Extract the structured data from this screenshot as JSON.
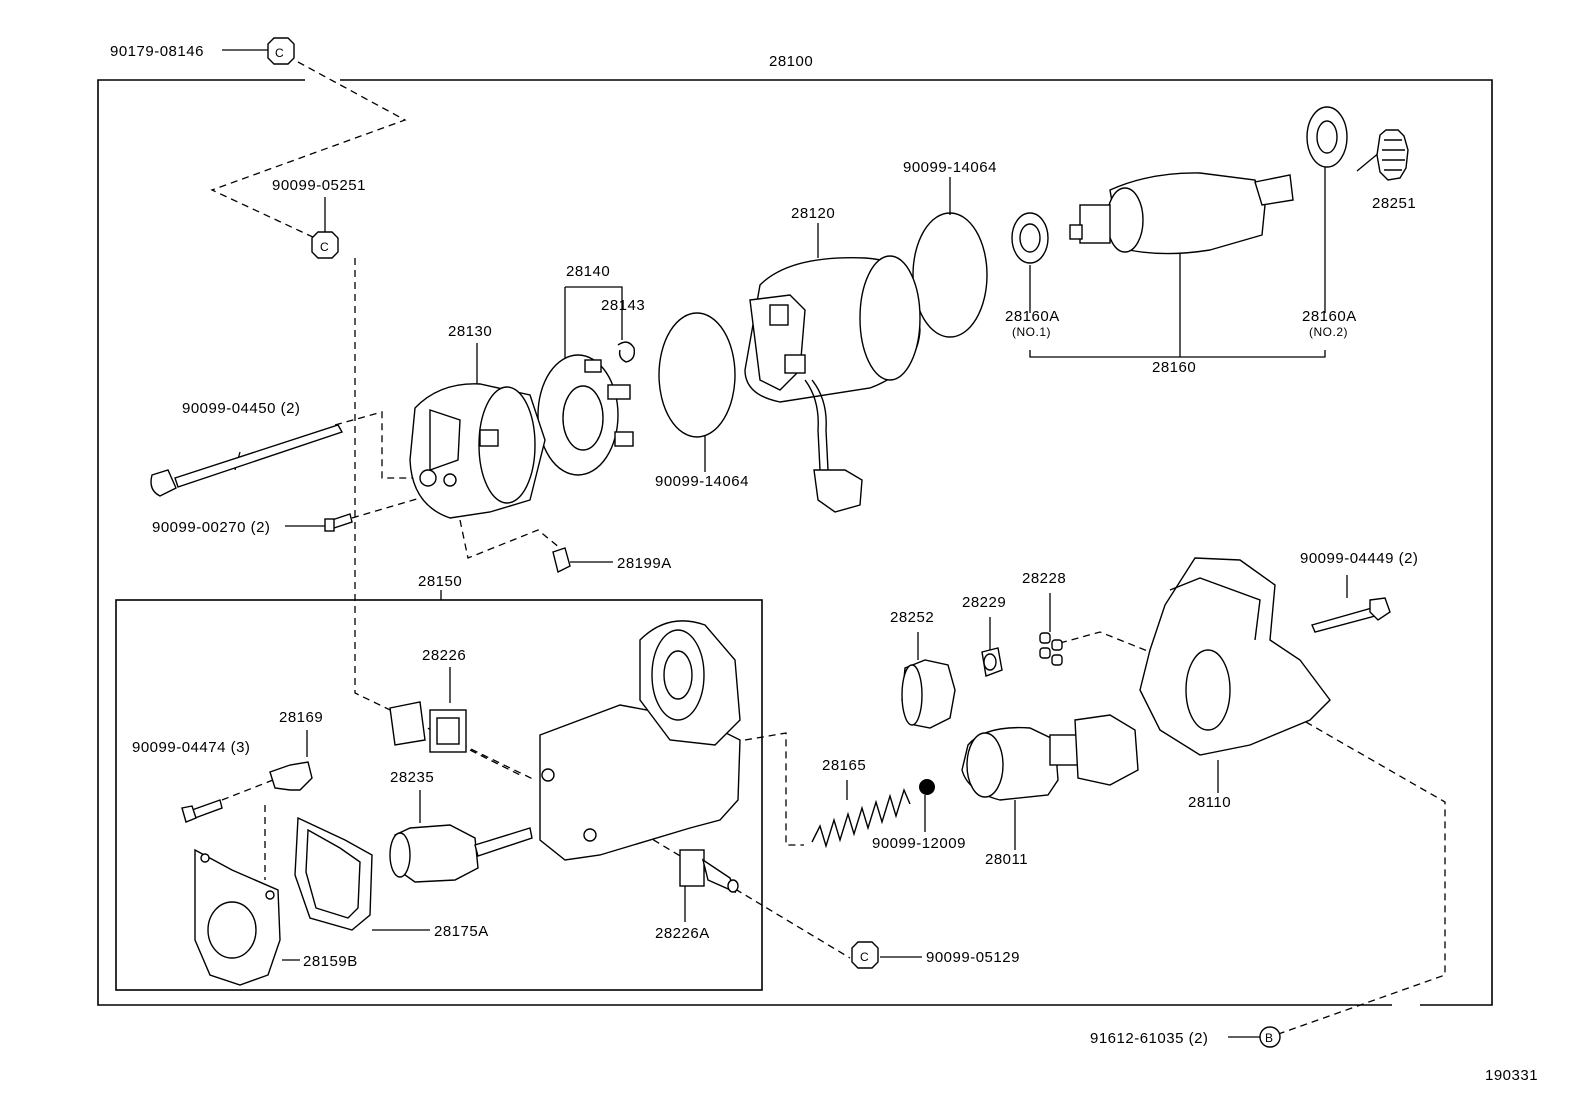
{
  "labels": {
    "p90179_08146": "90179-08146",
    "p28100": "28100",
    "p90099_05251": "90099-05251",
    "p90099_14064_top": "90099-14064",
    "p28120": "28120",
    "p28251": "28251",
    "p28140": "28140",
    "p28143": "28143",
    "p28130": "28130",
    "p28160A_1": "28160A",
    "p28160A_1_sub": "(NO.1)",
    "p28160A_2": "28160A",
    "p28160A_2_sub": "(NO.2)",
    "p28160": "28160",
    "p90099_04450": "90099-04450 (2)",
    "p90099_14064_mid": "90099-14064",
    "p90099_00270": "90099-00270 (2)",
    "p28199A": "28199A",
    "p28150": "28150",
    "p28228": "28228",
    "p90099_04449": "90099-04449 (2)",
    "p28229": "28229",
    "p28252": "28252",
    "p28226": "28226",
    "p28169": "28169",
    "p90099_04474": "90099-04474 (3)",
    "p28235": "28235",
    "p28165": "28165",
    "p28110": "28110",
    "p90099_12009": "90099-12009",
    "p28011": "28011",
    "p28175A": "28175A",
    "p28226A": "28226A",
    "p28159B": "28159B",
    "p90099_05129": "90099-05129",
    "p91612_61035": "91612-61035 (2)",
    "p190331": "190331",
    "markerC_1": "C",
    "markerC_2": "C",
    "markerC_3": "C",
    "markerB": "B"
  }
}
